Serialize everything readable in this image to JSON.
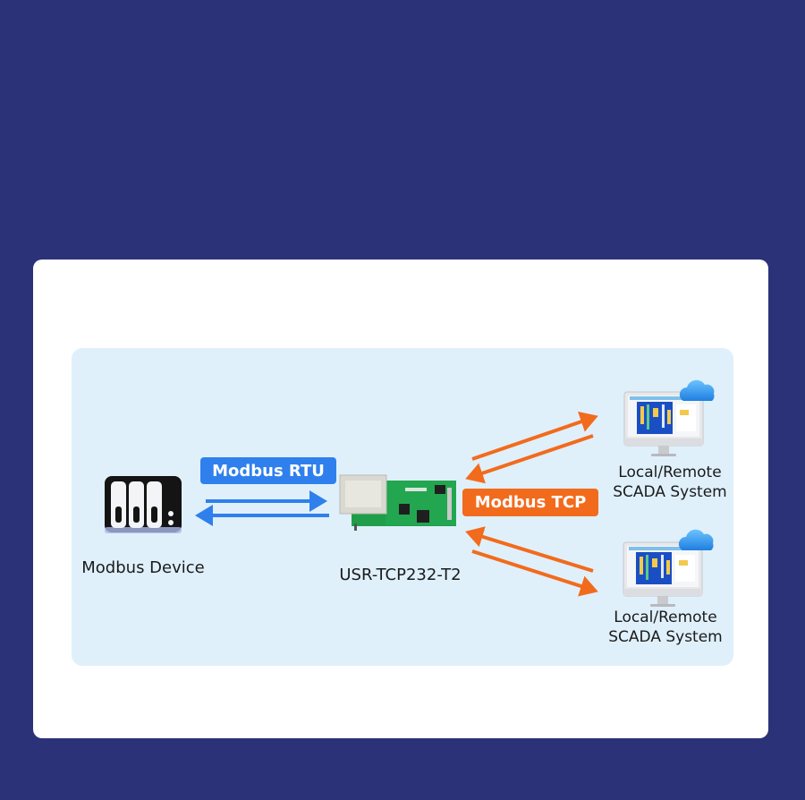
{
  "diagram": {
    "modbus_device": {
      "label": "Modbus Device",
      "icon": "modbus-device-icon"
    },
    "gateway": {
      "label": "USR-TCP232-T2",
      "icon": "serial-ethernet-module-icon"
    },
    "protocols": {
      "rtu": {
        "label": "Modbus RTU",
        "color": "#2f80ed"
      },
      "tcp": {
        "label": "Modbus TCP",
        "color": "#f26b1d"
      }
    },
    "scada_systems": [
      {
        "line1": "Local/Remote",
        "line2": "SCADA System",
        "icon": "monitor-cloud-icon"
      },
      {
        "line1": "Local/Remote",
        "line2": "SCADA System",
        "icon": "monitor-cloud-icon"
      }
    ],
    "colors": {
      "background": "#2c3278",
      "card": "#ffffff",
      "panel": "#dff0fb",
      "rtu_arrow": "#2f80ed",
      "tcp_arrow": "#f26b1d"
    }
  }
}
